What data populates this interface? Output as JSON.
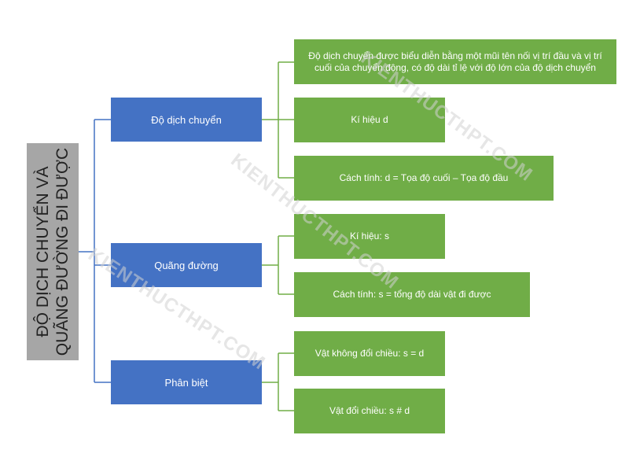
{
  "root": {
    "line1": "ĐỘ DỊCH CHUYỂN VÀ",
    "line2": "QUÃNG ĐƯỜNG ĐI ĐƯỢC"
  },
  "branches": [
    {
      "label": "Độ dịch chuyển",
      "items": [
        "Độ dịch chuyển được biểu diễn bằng một mũi tên nối vị trí đầu và vị trí cuối của chuyển động, có độ dài tỉ lệ với độ lớn của độ dịch chuyển",
        "Kí hiệu d",
        "Cách tính: d = Tọa độ cuối – Tọa độ đầu"
      ]
    },
    {
      "label": "Quãng đường",
      "items": [
        "Kí hiệu: s",
        "Cách tính: s = tổng độ dài vật đi được"
      ]
    },
    {
      "label": "Phân biệt",
      "items": [
        "Vật không đổi chiều: s = d",
        "Vật đổi chiều: s # d"
      ]
    }
  ],
  "watermark": "KIENTHUCTHPT.COM",
  "colors": {
    "root_bg": "#a6a6a6",
    "branch_bg": "#4472c4",
    "leaf_bg": "#70ad47",
    "connector_blue": "#4472c4",
    "connector_green": "#70ad47"
  }
}
